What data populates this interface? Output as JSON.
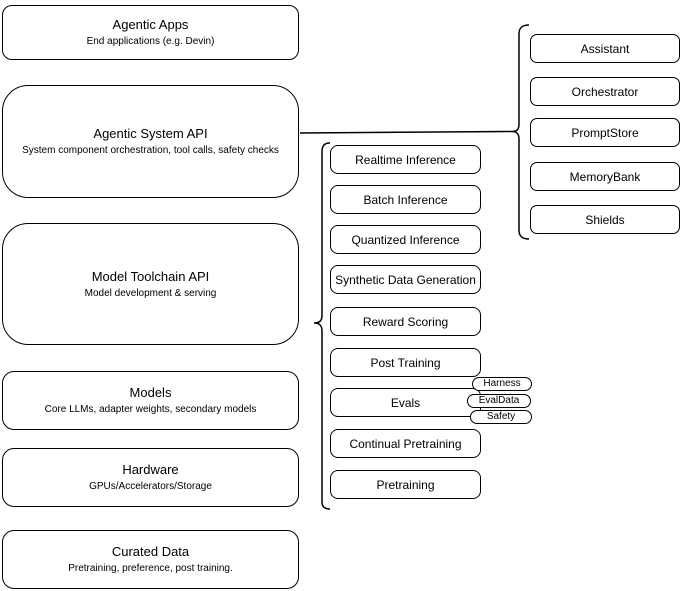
{
  "layers": [
    {
      "title": "Agentic Apps",
      "subtitle": "End applications (e.g. Devin)"
    },
    {
      "title": "Agentic System API",
      "subtitle": "System component orchestration, tool calls, safety checks"
    },
    {
      "title": "Model Toolchain API",
      "subtitle": "Model development & serving"
    },
    {
      "title": "Models",
      "subtitle": "Core LLMs, adapter weights, secondary models"
    },
    {
      "title": "Hardware",
      "subtitle": "GPUs/Accelerators/Storage"
    },
    {
      "title": "Curated Data",
      "subtitle": "Pretraining, preference, post training."
    }
  ],
  "toolchain_services": [
    "Realtime Inference",
    "Batch Inference",
    "Quantized Inference",
    "Synthetic Data Generation",
    "Reward Scoring",
    "Post Training",
    "Evals",
    "Continual Pretraining",
    "Pretraining"
  ],
  "evals_badges": [
    "Harness",
    "EvalData",
    "Safety"
  ],
  "system_components": [
    "Assistant",
    "Orchestrator",
    "PromptStore",
    "MemoryBank",
    "Shields"
  ],
  "colors": {
    "stroke": "#000000",
    "background": "#ffffff",
    "text": "#000000"
  }
}
